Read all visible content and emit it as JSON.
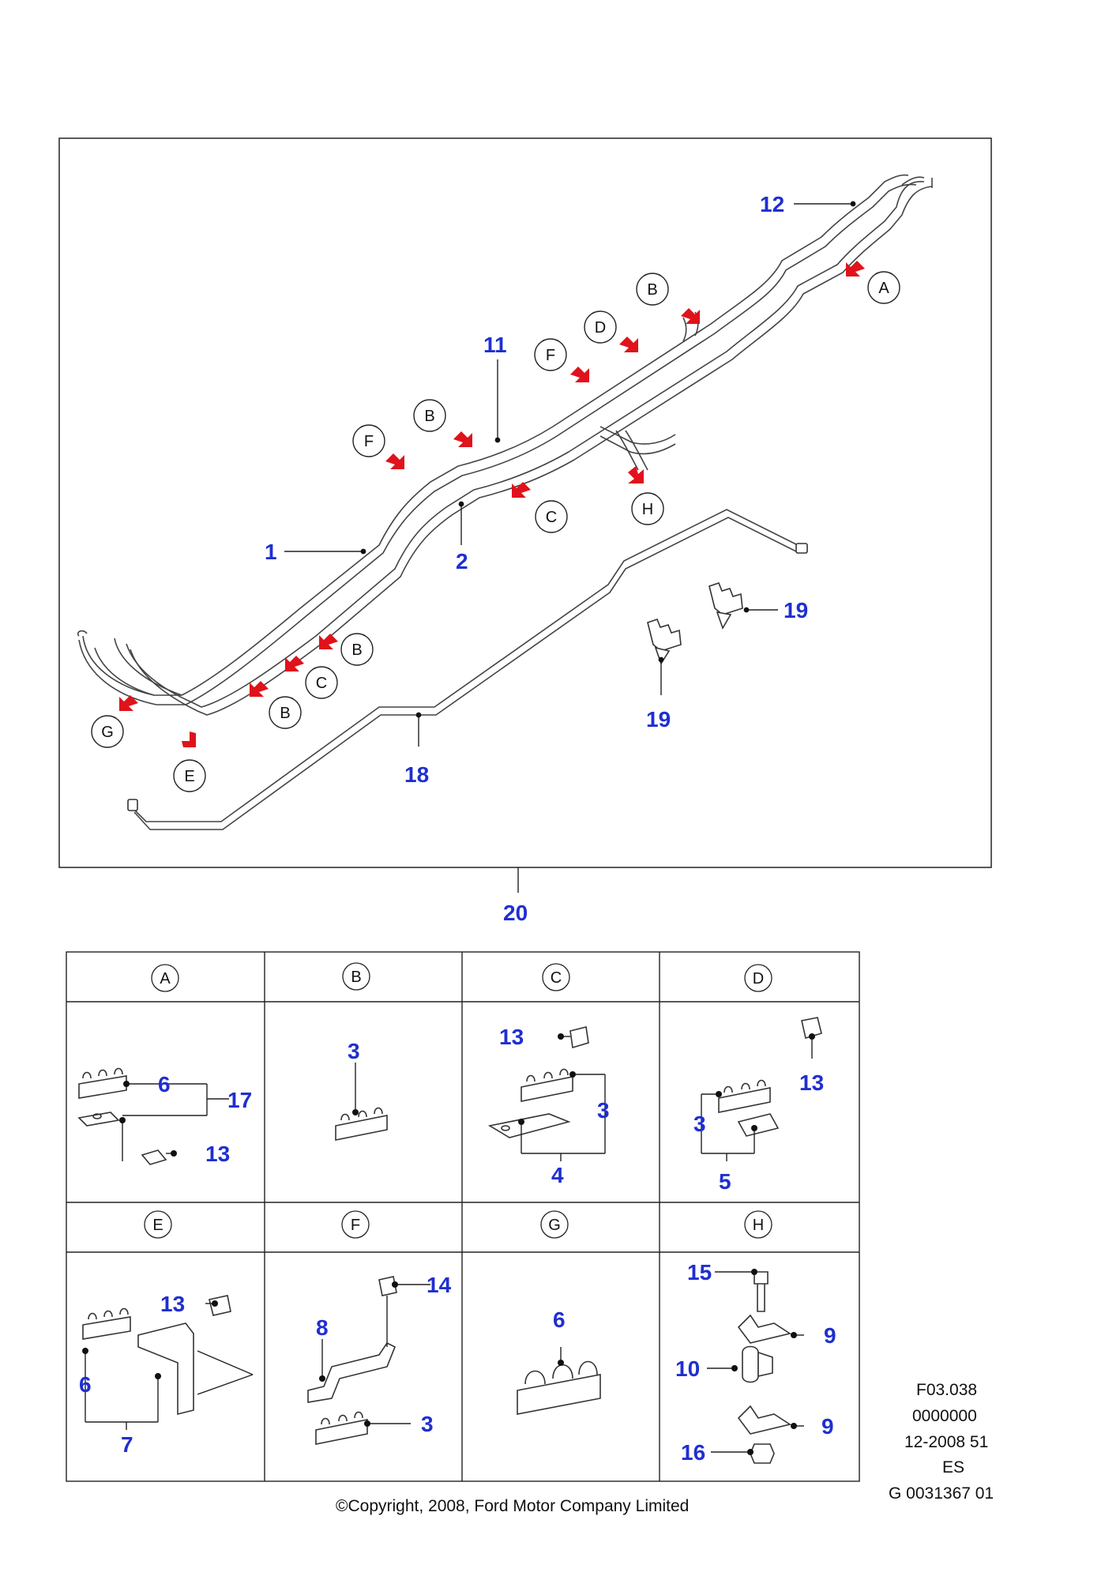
{
  "main_view": {
    "callouts": {
      "c1": "1",
      "c2": "2",
      "c11": "11",
      "c12": "12",
      "c18": "18",
      "c19a": "19",
      "c19b": "19",
      "c20": "20"
    },
    "clip_markers": {
      "m_b1": "B",
      "m_d": "D",
      "m_f1": "F",
      "m_a": "A",
      "m_b2": "B",
      "m_f2": "F",
      "m_c1": "C",
      "m_h": "H",
      "m_b3": "B",
      "m_c2": "C",
      "m_b4": "B",
      "m_g": "G",
      "m_e": "E"
    },
    "arrow_color": "#e0121b"
  },
  "detail_table": {
    "headers": [
      "A",
      "B",
      "C",
      "D",
      "E",
      "F",
      "G",
      "H"
    ],
    "cell_a": {
      "n1": "6",
      "n2": "17",
      "n3": "13"
    },
    "cell_b": {
      "n1": "3"
    },
    "cell_c": {
      "n1": "13",
      "n2": "3",
      "n3": "4"
    },
    "cell_d": {
      "n1": "13",
      "n2": "3",
      "n3": "5"
    },
    "cell_e": {
      "n1": "13",
      "n2": "6",
      "n3": "7"
    },
    "cell_f": {
      "n1": "14",
      "n2": "8",
      "n3": "3"
    },
    "cell_g": {
      "n1": "6"
    },
    "cell_h": {
      "n1": "15",
      "n2": "9",
      "n3": "10",
      "n4": "9",
      "n5": "16"
    }
  },
  "info_block": [
    "F03.038",
    "0000000",
    "12-2008 51",
    "ES",
    "G 0031367 01"
  ],
  "copyright": "©Copyright, 2008, Ford Motor Company Limited",
  "callout_color": "#1f2fd0"
}
